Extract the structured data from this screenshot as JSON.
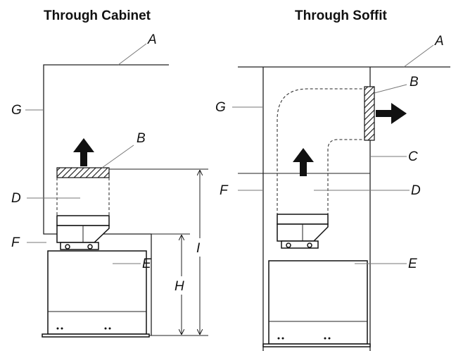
{
  "titles": {
    "left": "Through Cabinet",
    "right": "Through Soffit"
  },
  "left_labels": {
    "A": "A",
    "B": "B",
    "D": "D",
    "F": "F",
    "G": "G",
    "E": "E",
    "H": "H",
    "I": "I"
  },
  "right_labels": {
    "A": "A",
    "B": "B",
    "C": "C",
    "D": "D",
    "F": "F",
    "G": "G",
    "E": "E"
  },
  "colors": {
    "line": "#222222",
    "leader": "#777777",
    "arrow": "#111111",
    "background": "#ffffff"
  },
  "icons": {
    "exhaust_arrow": "arrow-up-icon",
    "side_exhaust_arrow": "arrow-right-icon"
  }
}
